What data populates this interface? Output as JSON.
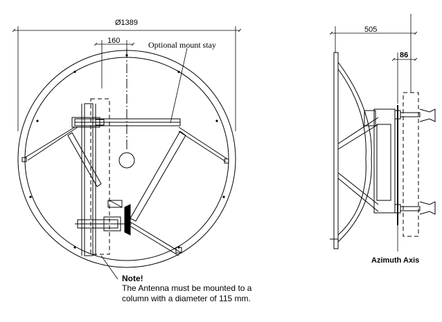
{
  "front_view": {
    "dimension_diameter": "Ø1389",
    "dimension_offset": "160",
    "callout_mount_stay": "Optional mount stay"
  },
  "side_view": {
    "dimension_depth": "505",
    "dimension_offset": "86",
    "callout_azimuth": "Azimuth Axis"
  },
  "note": {
    "title": "Note!",
    "line1": "The Antenna must be mounted to a",
    "line2": "column with a diameter of 115 mm."
  }
}
